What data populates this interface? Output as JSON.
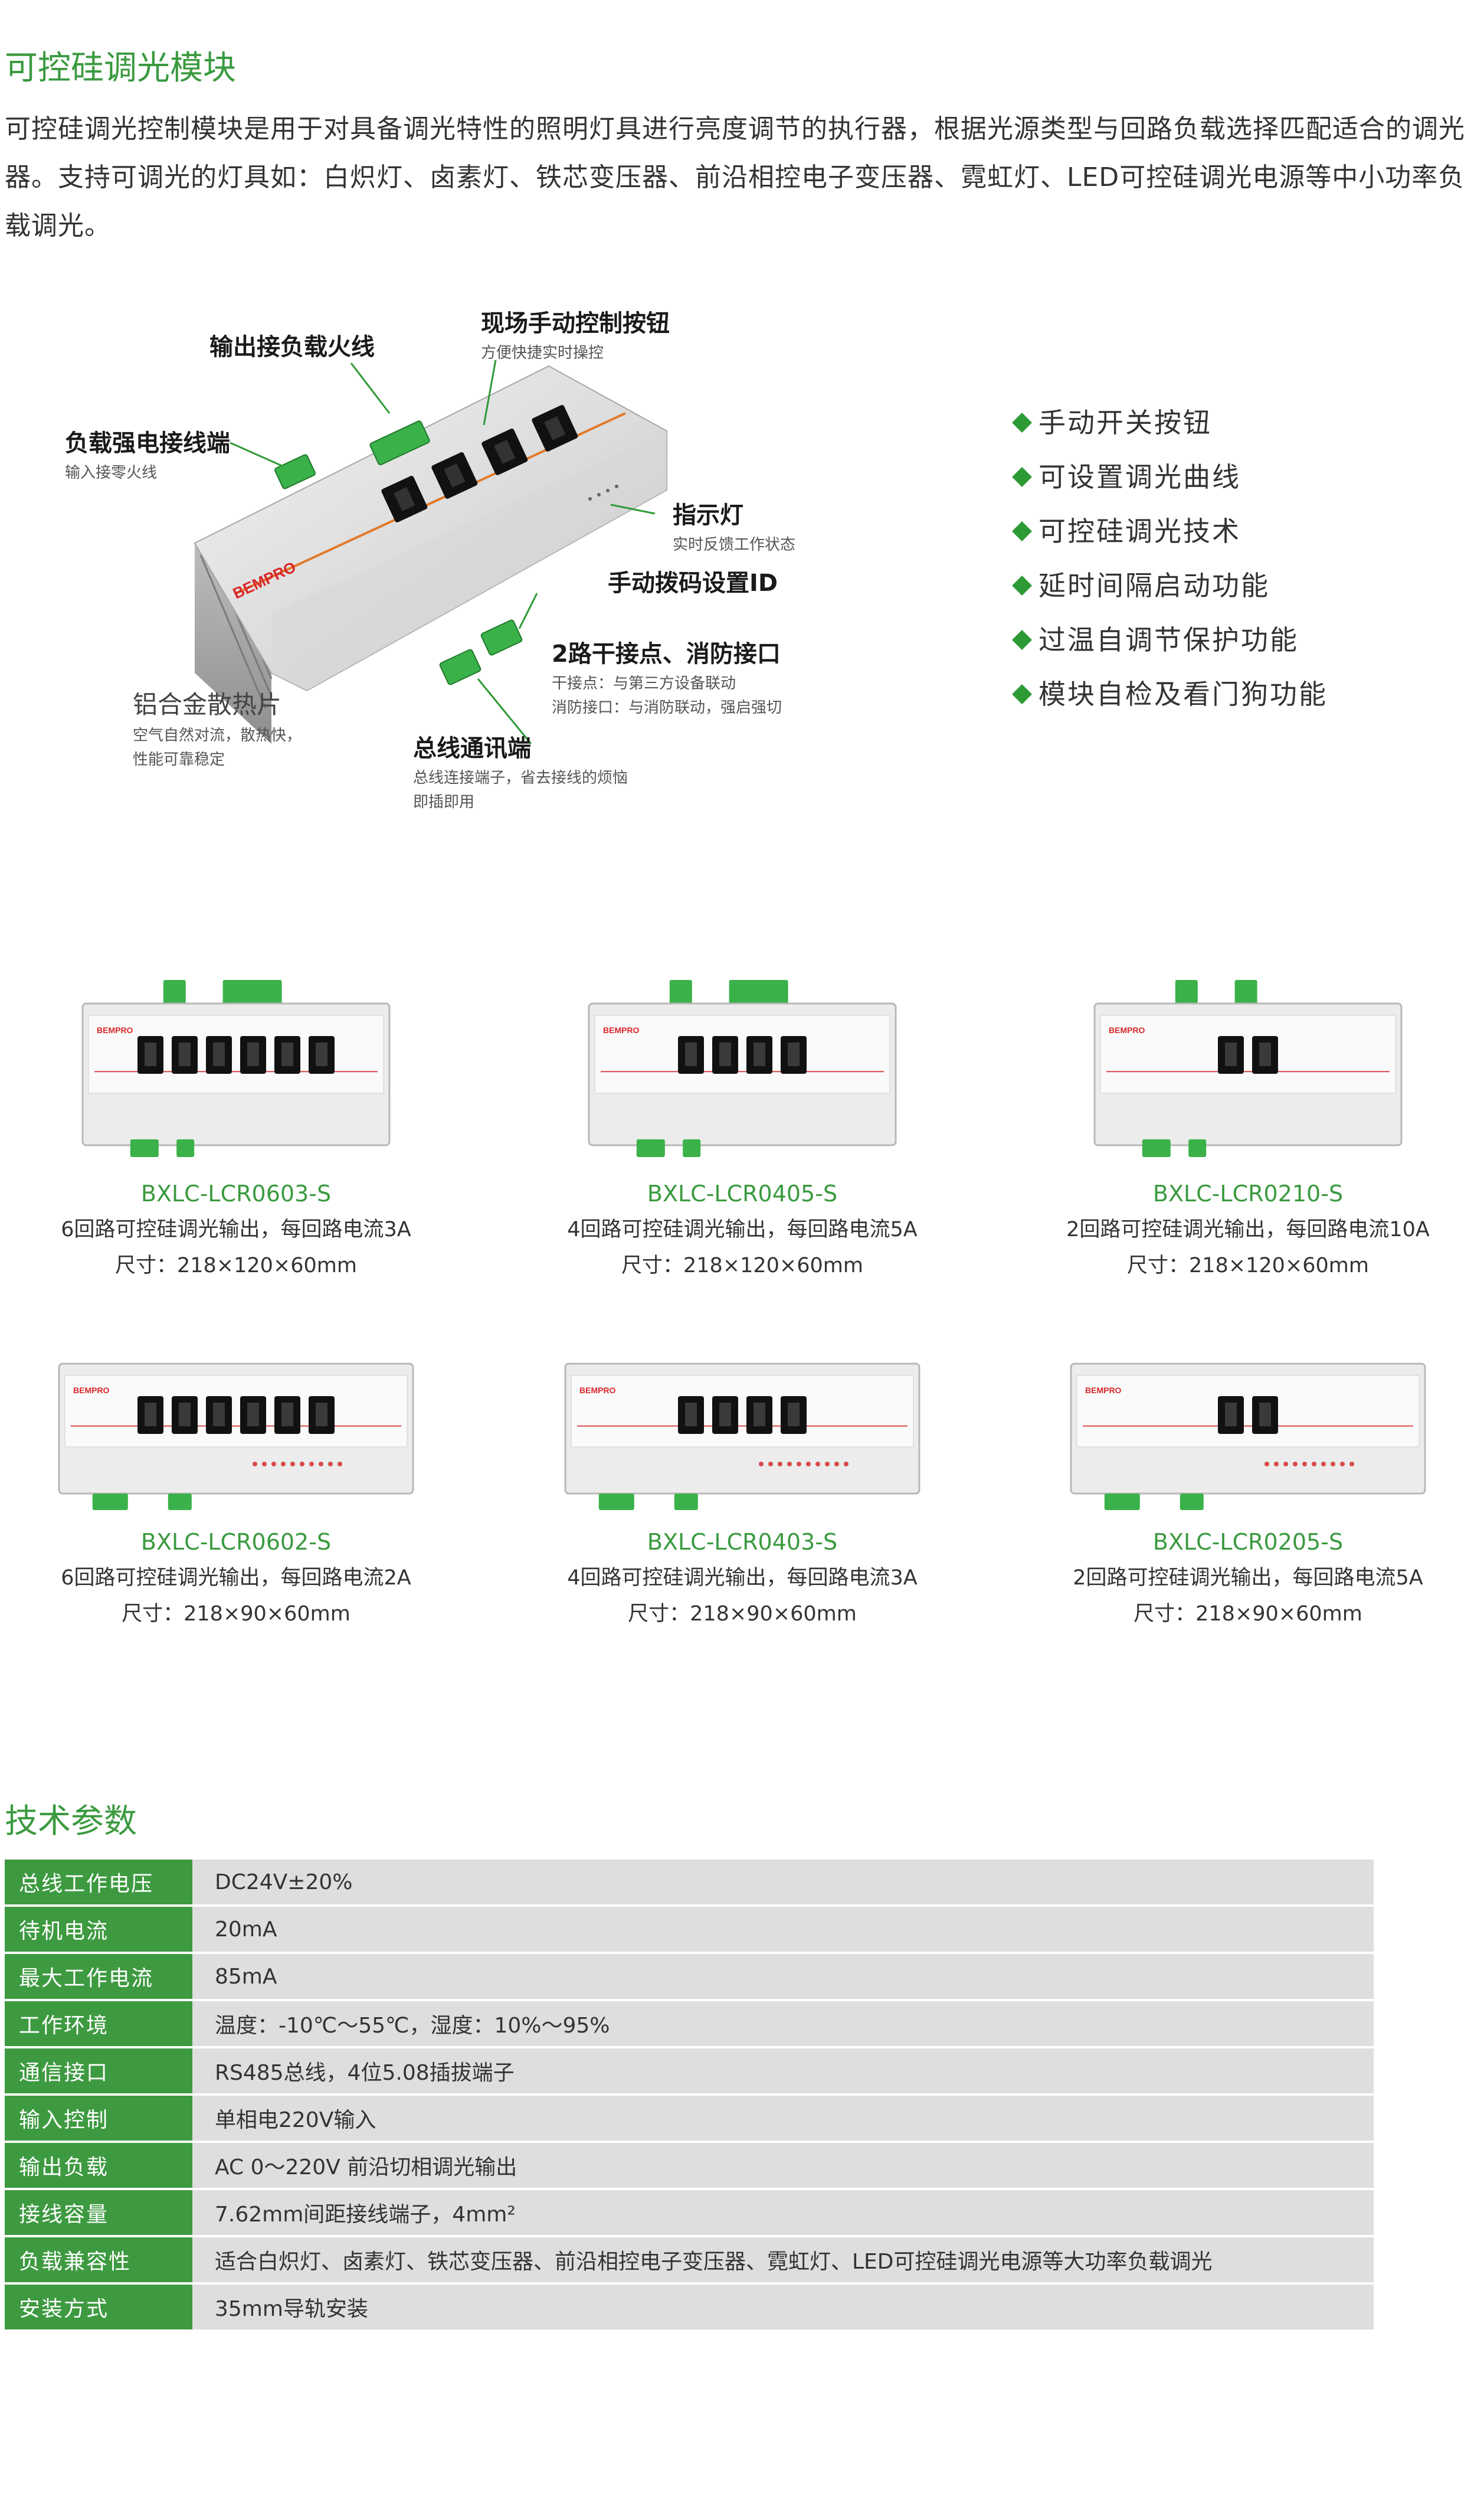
{
  "section1_title": "可控硅调光模块",
  "intro": "可控硅调光控制模块是用于对具备调光特性的照明灯具进行亮度调节的执行器，根据光源类型与回路负载选择匹配适合的调光器。支持可调光的灯具如：白炽灯、卤素灯、铁芯变压器、前沿相控电子变压器、霓虹灯、LED可控硅调光电源等中小功率负载调光。",
  "hero": {
    "brand": "BEMPRO",
    "callouts": {
      "output": {
        "title": "输出接负载火线",
        "sub": ""
      },
      "manual": {
        "title": "现场手动控制按钮",
        "sub": "方便快捷实时操控"
      },
      "load": {
        "title": "负载强电接线端",
        "sub": "输入接零火线"
      },
      "indicator": {
        "title": "指示灯",
        "sub": "实时反馈工作状态"
      },
      "dip": {
        "title": "手动拨码设置ID",
        "sub": ""
      },
      "dry": {
        "title": "2路干接点、消防接口",
        "sub1": "干接点：与第三方设备联动",
        "sub2": "消防接口：与消防联动，强启强切"
      },
      "heatsink": {
        "title": "铝合金散热片",
        "sub1": "空气自然对流，散热快，",
        "sub2": "性能可靠稳定"
      },
      "bus": {
        "title": "总线通讯端",
        "sub1": "总线连接端子，省去接线的烦恼",
        "sub2": "即插即用"
      }
    }
  },
  "features": [
    "手动开关按钮",
    "可设置调光曲线",
    "可控硅调光技术",
    "延时间隔启动功能",
    "过温自调节保护功能",
    "模块自检及看门狗功能"
  ],
  "products": [
    {
      "model": "BXLC-LCR0603-S",
      "desc": "6回路可控硅调光输出，每回路电流3A",
      "size": "尺寸：218×120×60mm",
      "switches": 6
    },
    {
      "model": "BXLC-LCR0405-S",
      "desc": "4回路可控硅调光输出，每回路电流5A",
      "size": "尺寸：218×120×60mm",
      "switches": 4
    },
    {
      "model": "BXLC-LCR0210-S",
      "desc": "2回路可控硅调光输出，每回路电流10A",
      "size": "尺寸：218×120×60mm",
      "switches": 2
    },
    {
      "model": "BXLC-LCR0602-S",
      "desc": "6回路可控硅调光输出，每回路电流2A",
      "size": "尺寸：218×90×60mm",
      "switches": 6
    },
    {
      "model": "BXLC-LCR0403-S",
      "desc": "4回路可控硅调光输出，每回路电流3A",
      "size": "尺寸：218×90×60mm",
      "switches": 4
    },
    {
      "model": "BXLC-LCR0205-S",
      "desc": "2回路可控硅调光输出，每回路电流5A",
      "size": "尺寸：218×90×60mm",
      "switches": 2
    }
  ],
  "section2_title": "技术参数",
  "specs": [
    {
      "k": "总线工作电压",
      "v": "DC24V±20%"
    },
    {
      "k": "待机电流",
      "v": "20mA"
    },
    {
      "k": "最大工作电流",
      "v": "85mA"
    },
    {
      "k": "工作环境",
      "v": "温度：-10℃～55℃，湿度：10%～95%"
    },
    {
      "k": "通信接口",
      "v": "RS485总线，4位5.08插拔端子"
    },
    {
      "k": "输入控制",
      "v": "单相电220V输入"
    },
    {
      "k": "输出负载",
      "v": "AC 0～220V 前沿切相调光输出"
    },
    {
      "k": "接线容量",
      "v": "7.62mm间距接线端子，4mm²"
    },
    {
      "k": "负载兼容性",
      "v": "适合白炽灯、卤素灯、铁芯变压器、前沿相控电子变压器、霓虹灯、LED可控硅调光电源等大功率负载调光"
    },
    {
      "k": "安装方式",
      "v": "35mm导轨安装"
    }
  ],
  "colors": {
    "green": "#3a9a3f",
    "table_key": "#3d9a40",
    "table_val": "#dedede"
  }
}
